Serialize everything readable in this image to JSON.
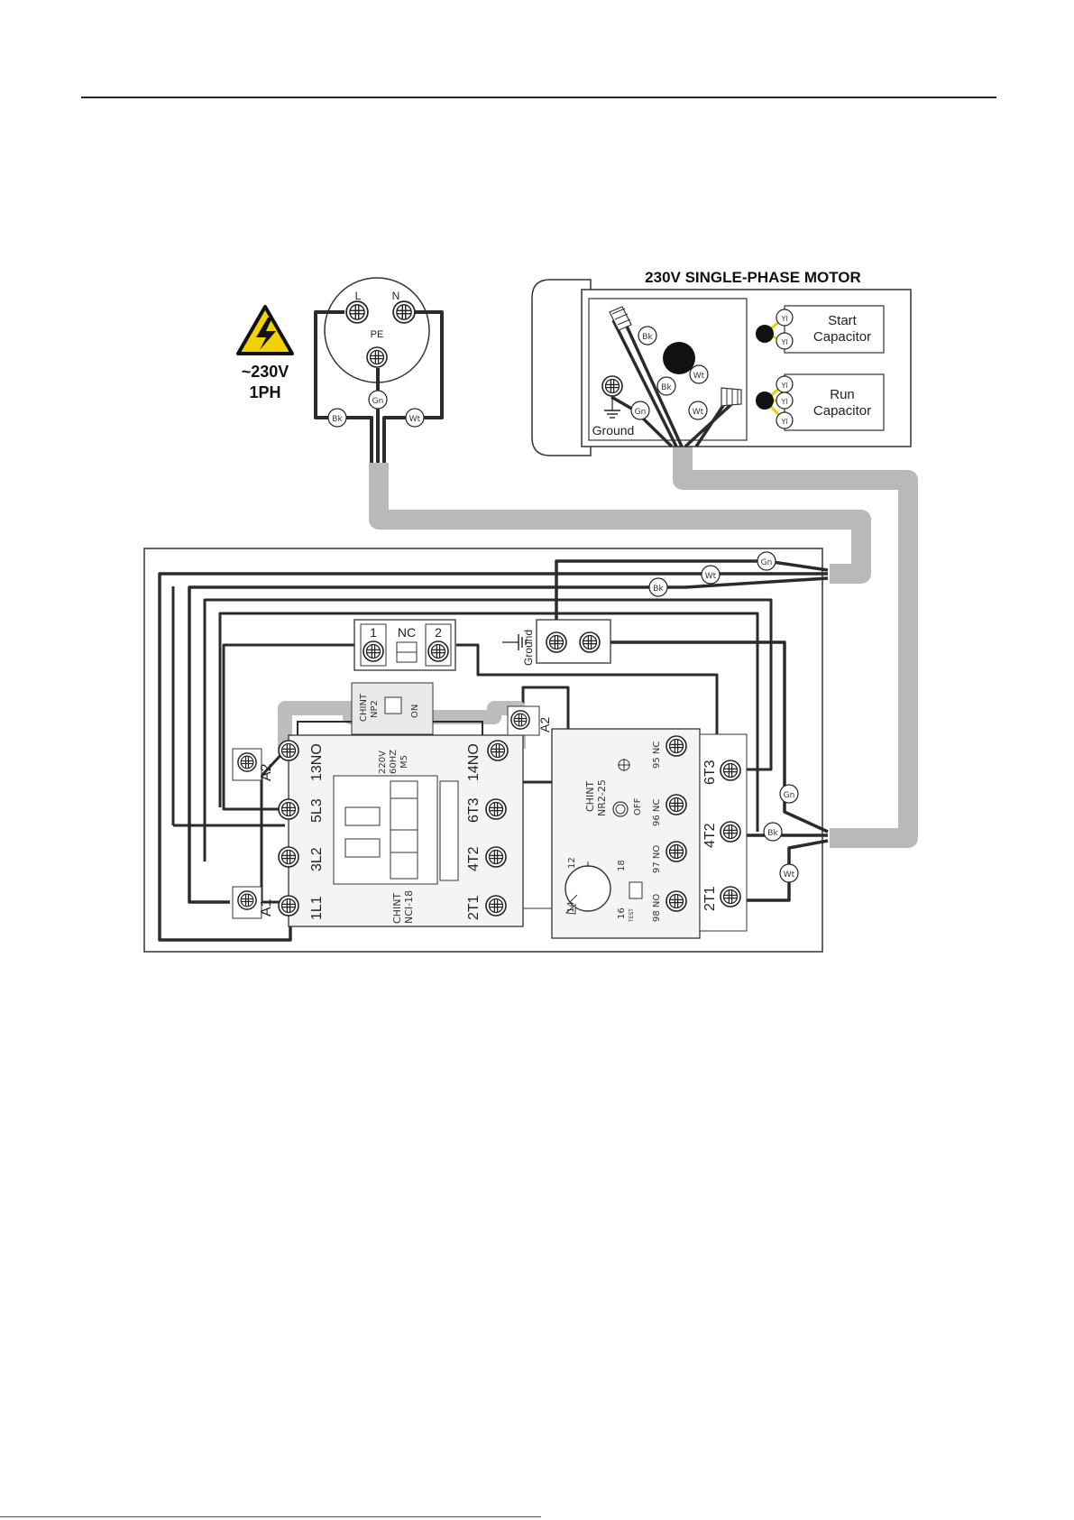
{
  "supply": {
    "voltage": "~230V",
    "phase": "1PH",
    "plug": {
      "l": "L",
      "n": "N",
      "pe": "PE"
    }
  },
  "wires": {
    "black": "Bk",
    "white": "Wt",
    "green": "Gn",
    "yellow": "Yl"
  },
  "motor": {
    "title": "230V  SINGLE-PHASE  MOTOR",
    "ground": "Ground",
    "start_capacitor": [
      "Start",
      "Capacitor"
    ],
    "run_capacitor": [
      "Run",
      "Capacitor"
    ]
  },
  "switch_block": {
    "t1": "1",
    "nc": "NC",
    "t2": "2"
  },
  "ground_block": {
    "label": "Ground"
  },
  "pushbutton": {
    "brand": "CHINT",
    "model": "NP2",
    "on": "ON"
  },
  "contactor": {
    "a1": "A1",
    "a2": "A2",
    "t13": "13NO",
    "t14": "14NO",
    "l1": "1L1",
    "l2": "3L2",
    "l3": "5L3",
    "t1": "2T1",
    "t2": "4T2",
    "t3": "6T3",
    "rating": [
      "220V",
      "60HZ",
      "M5"
    ],
    "brand": "CHINT",
    "model": "NCI-18"
  },
  "overload": {
    "a2": "A2",
    "brand": "CHINT",
    "model": "NR2-25",
    "off": "OFF",
    "test": "TEST",
    "dial": [
      "12",
      "14",
      "16",
      "18"
    ],
    "c95": "95 NC",
    "c96": "96 NC",
    "c97": "97 NO",
    "c98": "98 NO",
    "t1": "2T1",
    "t2": "4T2",
    "t3": "6T3"
  },
  "colors": {
    "wire": "#2b2b2b",
    "cable": "#b9b9b9",
    "warning": "#f2d200",
    "yellow_wire": "#e8d000"
  }
}
